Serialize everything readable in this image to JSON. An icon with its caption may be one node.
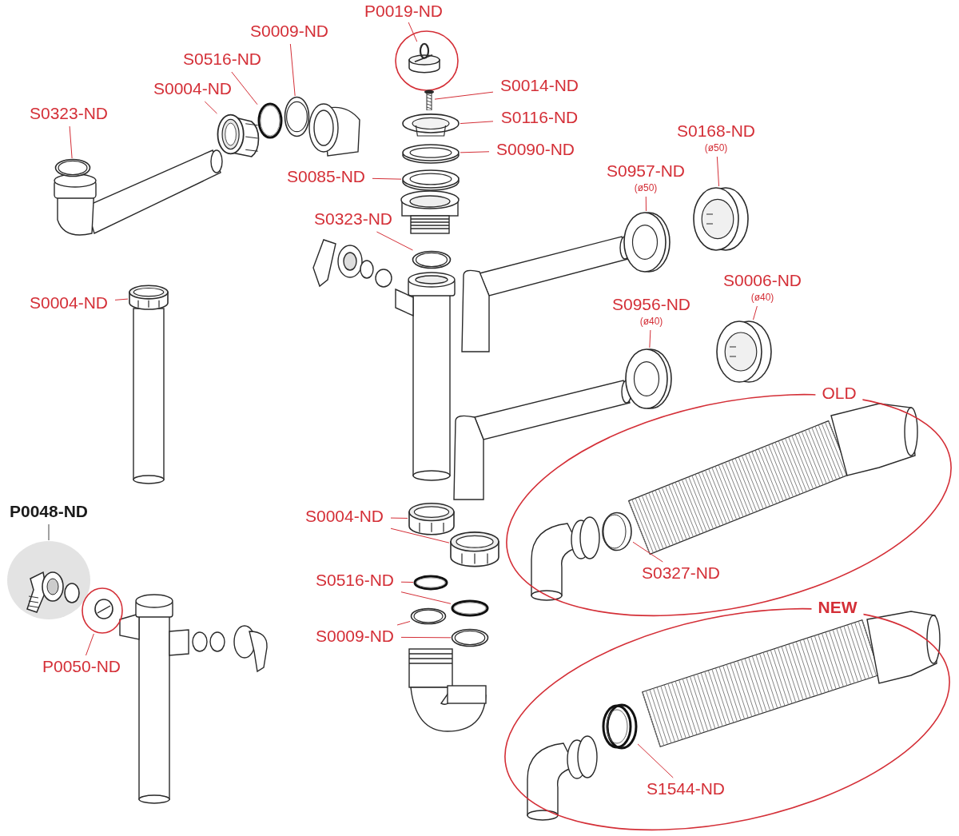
{
  "diagram": {
    "nodes": [
      {
        "text": [
          "S0323-ND"
        ]
      },
      {
        "text": [],
        "shape": "picture"
      },
      {
        "text": [
          "S0004-ND"
        ]
      },
      {
        "text": [],
        "shape": "picture"
      },
      {
        "text": [
          "S0516-ND"
        ]
      },
      {
        "text": [],
        "shape": "ring"
      },
      {
        "text": [
          "S0009-ND"
        ]
      },
      {
        "text": [],
        "shape": "picture"
      },
      {
        "text": [
          "P0019-ND"
        ]
      },
      {
        "text": [],
        "shape": "circle"
      },
      {
        "text": [],
        "shape": "picture",
        "in": 9
      },
      {
        "text": [
          "S0014-ND"
        ]
      },
      {
        "text": [],
        "shape": "picture"
      },
      {
        "text": [
          "S0116-ND"
        ]
      },
      {
        "text": [],
        "shape": "picture"
      },
      {
        "text": [
          "S0090-ND"
        ]
      },
      {
        "text": [],
        "shape": "picture"
      },
      {
        "text": [
          "S0085-ND"
        ]
      },
      {
        "text": [],
        "shape": "picture"
      },
      {
        "text": [
          "S0323-ND"
        ]
      },
      {
        "text": [],
        "shape": "picture"
      },
      {
        "text": [
          "S0168-ND",
          "(ø50)"
        ]
      },
      {
        "text": [],
        "shape": "picture"
      },
      {
        "text": [
          "S0957-ND",
          "(ø50)"
        ]
      },
      {
        "text": [],
        "shape": "picture"
      },
      {
        "text": [
          "S0006-ND",
          "(ø40)"
        ]
      },
      {
        "text": [],
        "shape": "picture"
      },
      {
        "text": [
          "S0956-ND",
          "(ø40)"
        ]
      },
      {
        "text": [],
        "shape": "picture"
      },
      {
        "text": [
          "P0048-ND"
        ]
      },
      {
        "text": [],
        "shape": "circle"
      },
      {
        "text": [
          "P0050-ND"
        ]
      },
      {
        "text": [],
        "shape": "circle"
      },
      {
        "text": [
          "S0004-ND"
        ]
      },
      {
        "text": [],
        "shape": "picture"
      },
      {
        "text": [],
        "shape": "picture"
      },
      {
        "text": [
          "S0516-ND"
        ]
      },
      {
        "text": [],
        "shape": "ring"
      },
      {
        "text": [],
        "shape": "ring"
      },
      {
        "text": [
          "S0009-ND"
        ]
      },
      {
        "text": [],
        "shape": "picture"
      },
      {
        "text": [],
        "shape": "picture"
      },
      {
        "text": [
          "OLD"
        ]
      },
      {
        "text": [],
        "shape": "picture",
        "in": 42
      },
      {
        "text": [
          "S0327-ND"
        ],
        "in": 42
      },
      {
        "text": [
          "NEW"
        ]
      },
      {
        "text": [],
        "shape": "ring",
        "in": 45
      },
      {
        "text": [
          "S1544-ND"
        ],
        "in": 45
      },
      {
        "text": [
          "S0004-ND"
        ]
      },
      {
        "text": [],
        "shape": "picture"
      }
    ],
    "edges": [
      {
        "from": 0,
        "to": 1,
        "arrow": "none"
      },
      {
        "from": 2,
        "to": 3,
        "arrow": "none"
      },
      {
        "from": 4,
        "to": 5,
        "arrow": "none"
      },
      {
        "from": 6,
        "to": 7,
        "arrow": "none"
      },
      {
        "from": 8,
        "to": 10,
        "arrow": "none"
      },
      {
        "from": 11,
        "to": 12,
        "arrow": "none"
      },
      {
        "from": 13,
        "to": 14,
        "arrow": "none"
      },
      {
        "from": 15,
        "to": 16,
        "arrow": "none"
      },
      {
        "from": 17,
        "to": 18,
        "arrow": "none"
      },
      {
        "from": 19,
        "to": 20,
        "arrow": "none"
      },
      {
        "from": 21,
        "to": 22,
        "arrow": "none"
      },
      {
        "from": 23,
        "to": 24,
        "arrow": "none"
      },
      {
        "from": 25,
        "to": 26,
        "arrow": "none"
      },
      {
        "from": 27,
        "to": 28,
        "arrow": "none"
      },
      {
        "from": 29,
        "to": 30,
        "arrow": "none",
        "color": "#444444"
      },
      {
        "from": 31,
        "to": 32,
        "arrow": "none"
      },
      {
        "from": 33,
        "to": 34,
        "arrow": "none"
      },
      {
        "from": 33,
        "to": 35,
        "arrow": "none"
      },
      {
        "from": 36,
        "to": 37,
        "arrow": "none"
      },
      {
        "from": 36,
        "to": 38,
        "arrow": "none"
      },
      {
        "from": 39,
        "to": 40,
        "arrow": "none"
      },
      {
        "from": 39,
        "to": 41,
        "arrow": "none"
      },
      {
        "from": 44,
        "to": 43,
        "arrow": "none"
      },
      {
        "from": 47,
        "to": 46,
        "arrow": "none"
      },
      {
        "from": 48,
        "to": 49,
        "arrow": "none"
      }
    ]
  }
}
